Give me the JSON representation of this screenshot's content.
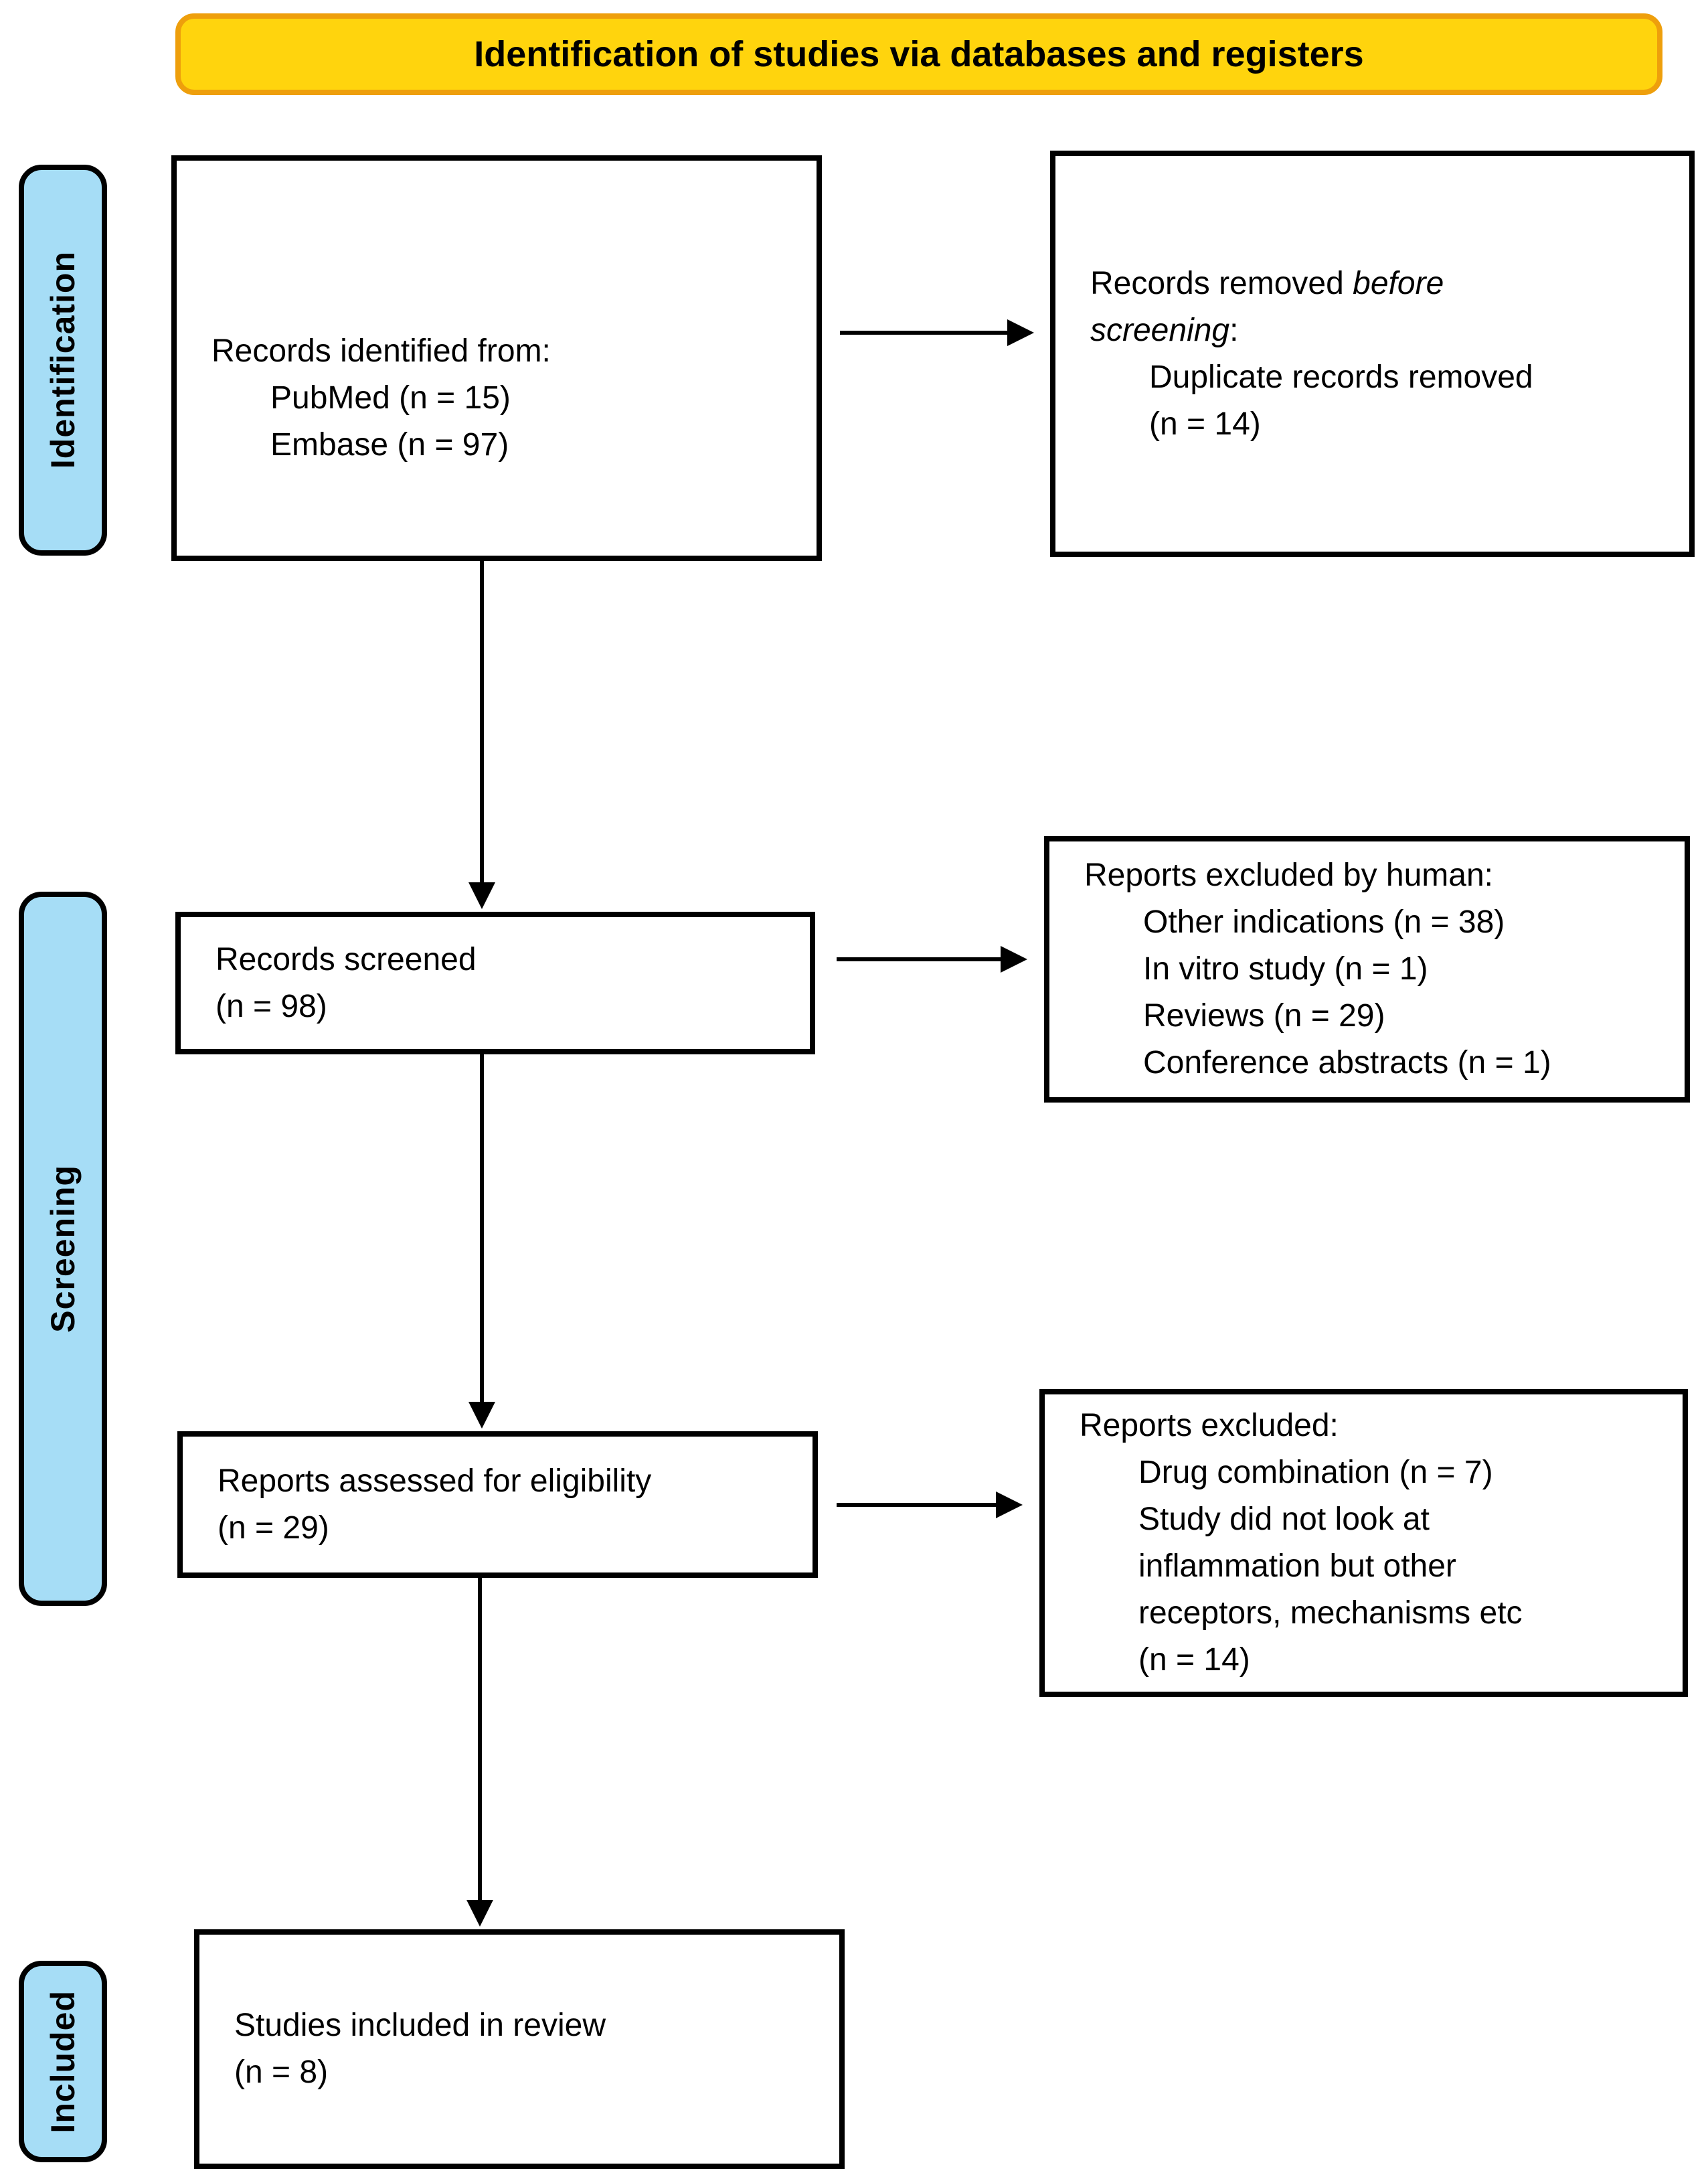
{
  "banner": {
    "title": "Identification of studies via databases and registers"
  },
  "stages": {
    "identification": "Identification",
    "screening": "Screening",
    "included": "Included"
  },
  "boxes": {
    "identified": {
      "header": "Records identified from:",
      "items": [
        "PubMed (n = 15)",
        "Embase (n = 97)"
      ]
    },
    "removed": {
      "line1_prefix": "Records removed ",
      "line1_italic": "before",
      "line2_italic": "screening",
      "line2_suffix": ":",
      "items": [
        "Duplicate records removed",
        "(n = 14)"
      ]
    },
    "screened": {
      "lines": [
        "Records screened",
        "(n = 98)"
      ]
    },
    "excluded_human": {
      "header": "Reports excluded by human:",
      "items": [
        "Other indications (n = 38)",
        "In vitro study (n = 1)",
        "Reviews (n = 29)",
        "Conference abstracts (n = 1)"
      ]
    },
    "assessed": {
      "lines": [
        "Reports assessed for eligibility",
        "(n = 29)"
      ]
    },
    "excluded": {
      "header": "Reports excluded:",
      "items": [
        "Drug combination (n = 7)",
        "Study did not look at",
        "inflammation but other",
        "receptors, mechanisms etc",
        "(n = 14)"
      ]
    },
    "included_review": {
      "lines": [
        "Studies included in review",
        "(n = 8)"
      ]
    }
  },
  "colors": {
    "banner_fill": "#FFD40D",
    "banner_border": "#EE9F0C",
    "stage_fill": "#A6DDF6",
    "stage_border": "#000000",
    "box_border": "#000000",
    "arrow_color": "#000000"
  }
}
